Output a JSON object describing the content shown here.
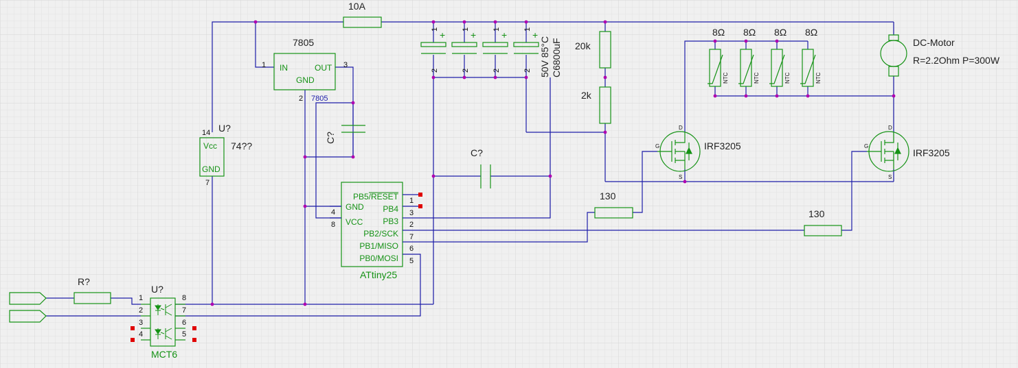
{
  "colors": {
    "wire": "#1c1ca8",
    "component": "#159215",
    "junction": "#b000b0",
    "unconnected": "#e00000",
    "text": "#222222",
    "grid": "#dcdcdc"
  },
  "labels": {
    "fuse": "10A",
    "regulator_name": "7805",
    "regulator_sub": "7805",
    "reg_in": "IN",
    "reg_out": "OUT",
    "reg_gnd": "GND",
    "reg_pin1": "1",
    "reg_pin2": "2",
    "reg_pin3": "3",
    "cap_reg": "C?",
    "logic_ref": "U?",
    "logic_name": "74??",
    "logic_vcc": "Vcc",
    "logic_gnd": "GND",
    "logic_pin14": "14",
    "logic_pin7": "7",
    "cap_rating": "50V 85°C",
    "cap_value": "C6800uF",
    "cap_pin1": "1",
    "cap_pin2": "2",
    "cap_plus": "+",
    "r20k": "20k",
    "r2k": "2k",
    "cap_mid": "C?",
    "ntc_values": [
      "8Ω",
      "8Ω",
      "8Ω",
      "8Ω"
    ],
    "ntc_tag": "NTC",
    "motor_name": "DC-Motor",
    "motor_spec": "R=2.2Ohm P=300W",
    "mosfet1": "IRF3205",
    "mosfet2": "IRF3205",
    "fet_g": "G",
    "fet_d": "D",
    "fet_s": "S",
    "r130a": "130",
    "r130b": "130",
    "mcu_name": "ATtiny25",
    "mcu_left": [
      {
        "pin": "4",
        "name": "GND"
      },
      {
        "pin": "8",
        "name": "VCC"
      }
    ],
    "mcu_right": [
      {
        "pin": "1",
        "name": "PB5/RESET"
      },
      {
        "pin": "3",
        "name": "PB4"
      },
      {
        "pin": "2",
        "name": "PB3"
      },
      {
        "pin": "7",
        "name": "PB2/SCK"
      },
      {
        "pin": "6",
        "name": "PB1/MISO"
      },
      {
        "pin": "5",
        "name": "PB0/MOSI"
      }
    ],
    "r_input": "R?",
    "opto_ref": "U?",
    "opto_name": "MCT6",
    "opto_left_pins": [
      "1",
      "2",
      "3",
      "4"
    ],
    "opto_right_pins": [
      "8",
      "7",
      "6",
      "5"
    ]
  }
}
